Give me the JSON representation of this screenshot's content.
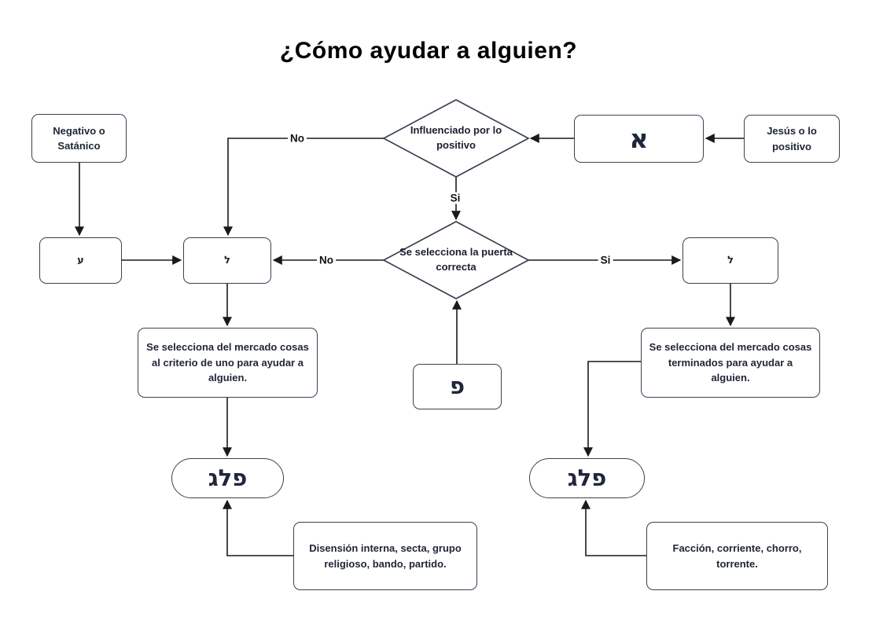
{
  "title": "¿Cómo ayudar a alguien?",
  "nodes": {
    "negativo": {
      "label": "Negativo o Satánico",
      "shape": "rounded-rect"
    },
    "influenciado": {
      "label": "Influenciado por lo positivo",
      "shape": "diamond"
    },
    "aleph": {
      "label": "א",
      "shape": "rounded-rect"
    },
    "jesus": {
      "label": "Jesús o lo positivo",
      "shape": "rounded-rect"
    },
    "ayin": {
      "label": "ע",
      "shape": "rounded-rect"
    },
    "lamed_left": {
      "label": "ל",
      "shape": "rounded-rect"
    },
    "puerta": {
      "label": "Se selecciona la puerta correcta",
      "shape": "diamond"
    },
    "lamed_right": {
      "label": "ל",
      "shape": "rounded-rect"
    },
    "pe": {
      "label": "פ",
      "shape": "rounded-rect"
    },
    "mercado_left": {
      "label": "Se selecciona del mercado cosas al criterio de uno para ayudar a alguien.",
      "shape": "rounded-rect"
    },
    "mercado_right": {
      "label": "Se selecciona del mercado cosas terminados para ayudar a alguien.",
      "shape": "rounded-rect"
    },
    "peleg_left": {
      "label": "פלג",
      "shape": "pill"
    },
    "peleg_right": {
      "label": "פלג",
      "shape": "pill"
    },
    "disension": {
      "label": "Disensión interna, secta, grupo religioso, bando, partido.",
      "shape": "rounded-rect"
    },
    "faccion": {
      "label": "Facción, corriente, chorro, torrente.",
      "shape": "rounded-rect"
    }
  },
  "edges": [
    {
      "from": "jesus",
      "to": "aleph",
      "label": ""
    },
    {
      "from": "aleph",
      "to": "influenciado",
      "label": ""
    },
    {
      "from": "influenciado",
      "to": "lamed_left",
      "label": "No"
    },
    {
      "from": "influenciado",
      "to": "puerta",
      "label": "Si"
    },
    {
      "from": "negativo",
      "to": "ayin",
      "label": ""
    },
    {
      "from": "ayin",
      "to": "lamed_left",
      "label": ""
    },
    {
      "from": "puerta",
      "to": "lamed_left",
      "label": "No"
    },
    {
      "from": "puerta",
      "to": "lamed_right",
      "label": "Si"
    },
    {
      "from": "pe",
      "to": "puerta",
      "label": ""
    },
    {
      "from": "lamed_left",
      "to": "mercado_left",
      "label": ""
    },
    {
      "from": "mercado_left",
      "to": "peleg_left",
      "label": ""
    },
    {
      "from": "lamed_right",
      "to": "mercado_right",
      "label": ""
    },
    {
      "from": "mercado_right",
      "to": "peleg_right",
      "label": ""
    },
    {
      "from": "disension",
      "to": "peleg_left",
      "label": ""
    },
    {
      "from": "faccion",
      "to": "peleg_right",
      "label": ""
    }
  ],
  "colors": {
    "background": "#ffffff",
    "node_border": "#3a4152",
    "line": "#1a1a1a",
    "text": "#20263a"
  }
}
